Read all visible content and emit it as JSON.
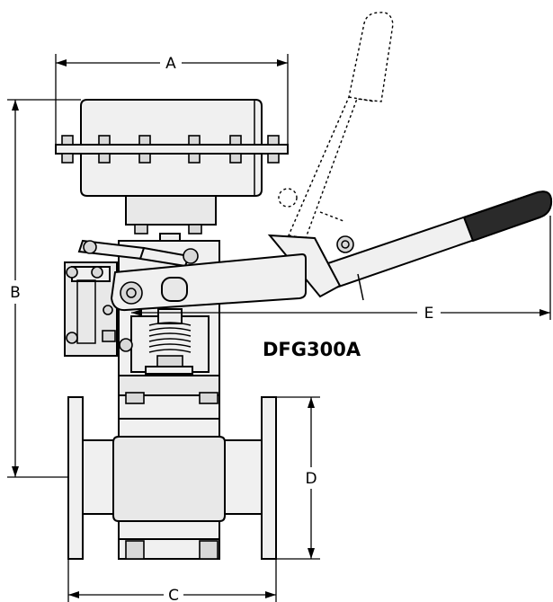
{
  "model": "DFG300A",
  "dimensions": {
    "a": "A",
    "b": "B",
    "c": "C",
    "d": "D",
    "e": "E"
  }
}
